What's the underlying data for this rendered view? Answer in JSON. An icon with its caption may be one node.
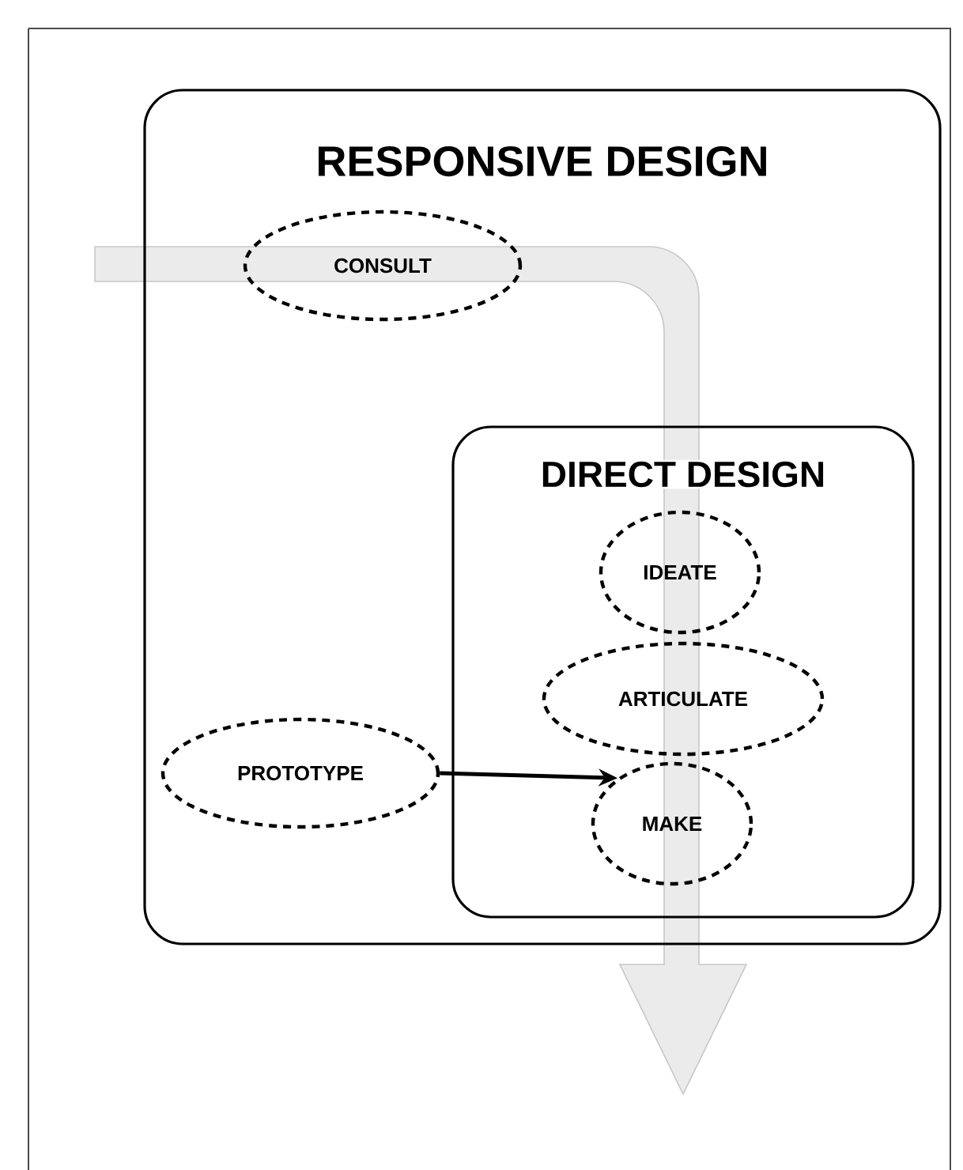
{
  "diagram": {
    "nodes": [
      {
        "text": [
          "RESPONSIVE DESIGN"
        ]
      },
      {
        "text": [
          "CONSULT"
        ],
        "in": 0
      },
      {
        "text": [
          "DIRECT DESIGN"
        ],
        "in": 0
      },
      {
        "text": [
          "IDEATE"
        ],
        "in": 2
      },
      {
        "text": [
          "ARTICULATE"
        ],
        "in": 2
      },
      {
        "text": [
          "PROTOTYPE"
        ],
        "in": 0
      },
      {
        "text": [
          "MAKE"
        ],
        "in": 2
      }
    ],
    "edges": [
      {
        "from": 5,
        "to": 6,
        "arrow": "to"
      }
    ]
  }
}
